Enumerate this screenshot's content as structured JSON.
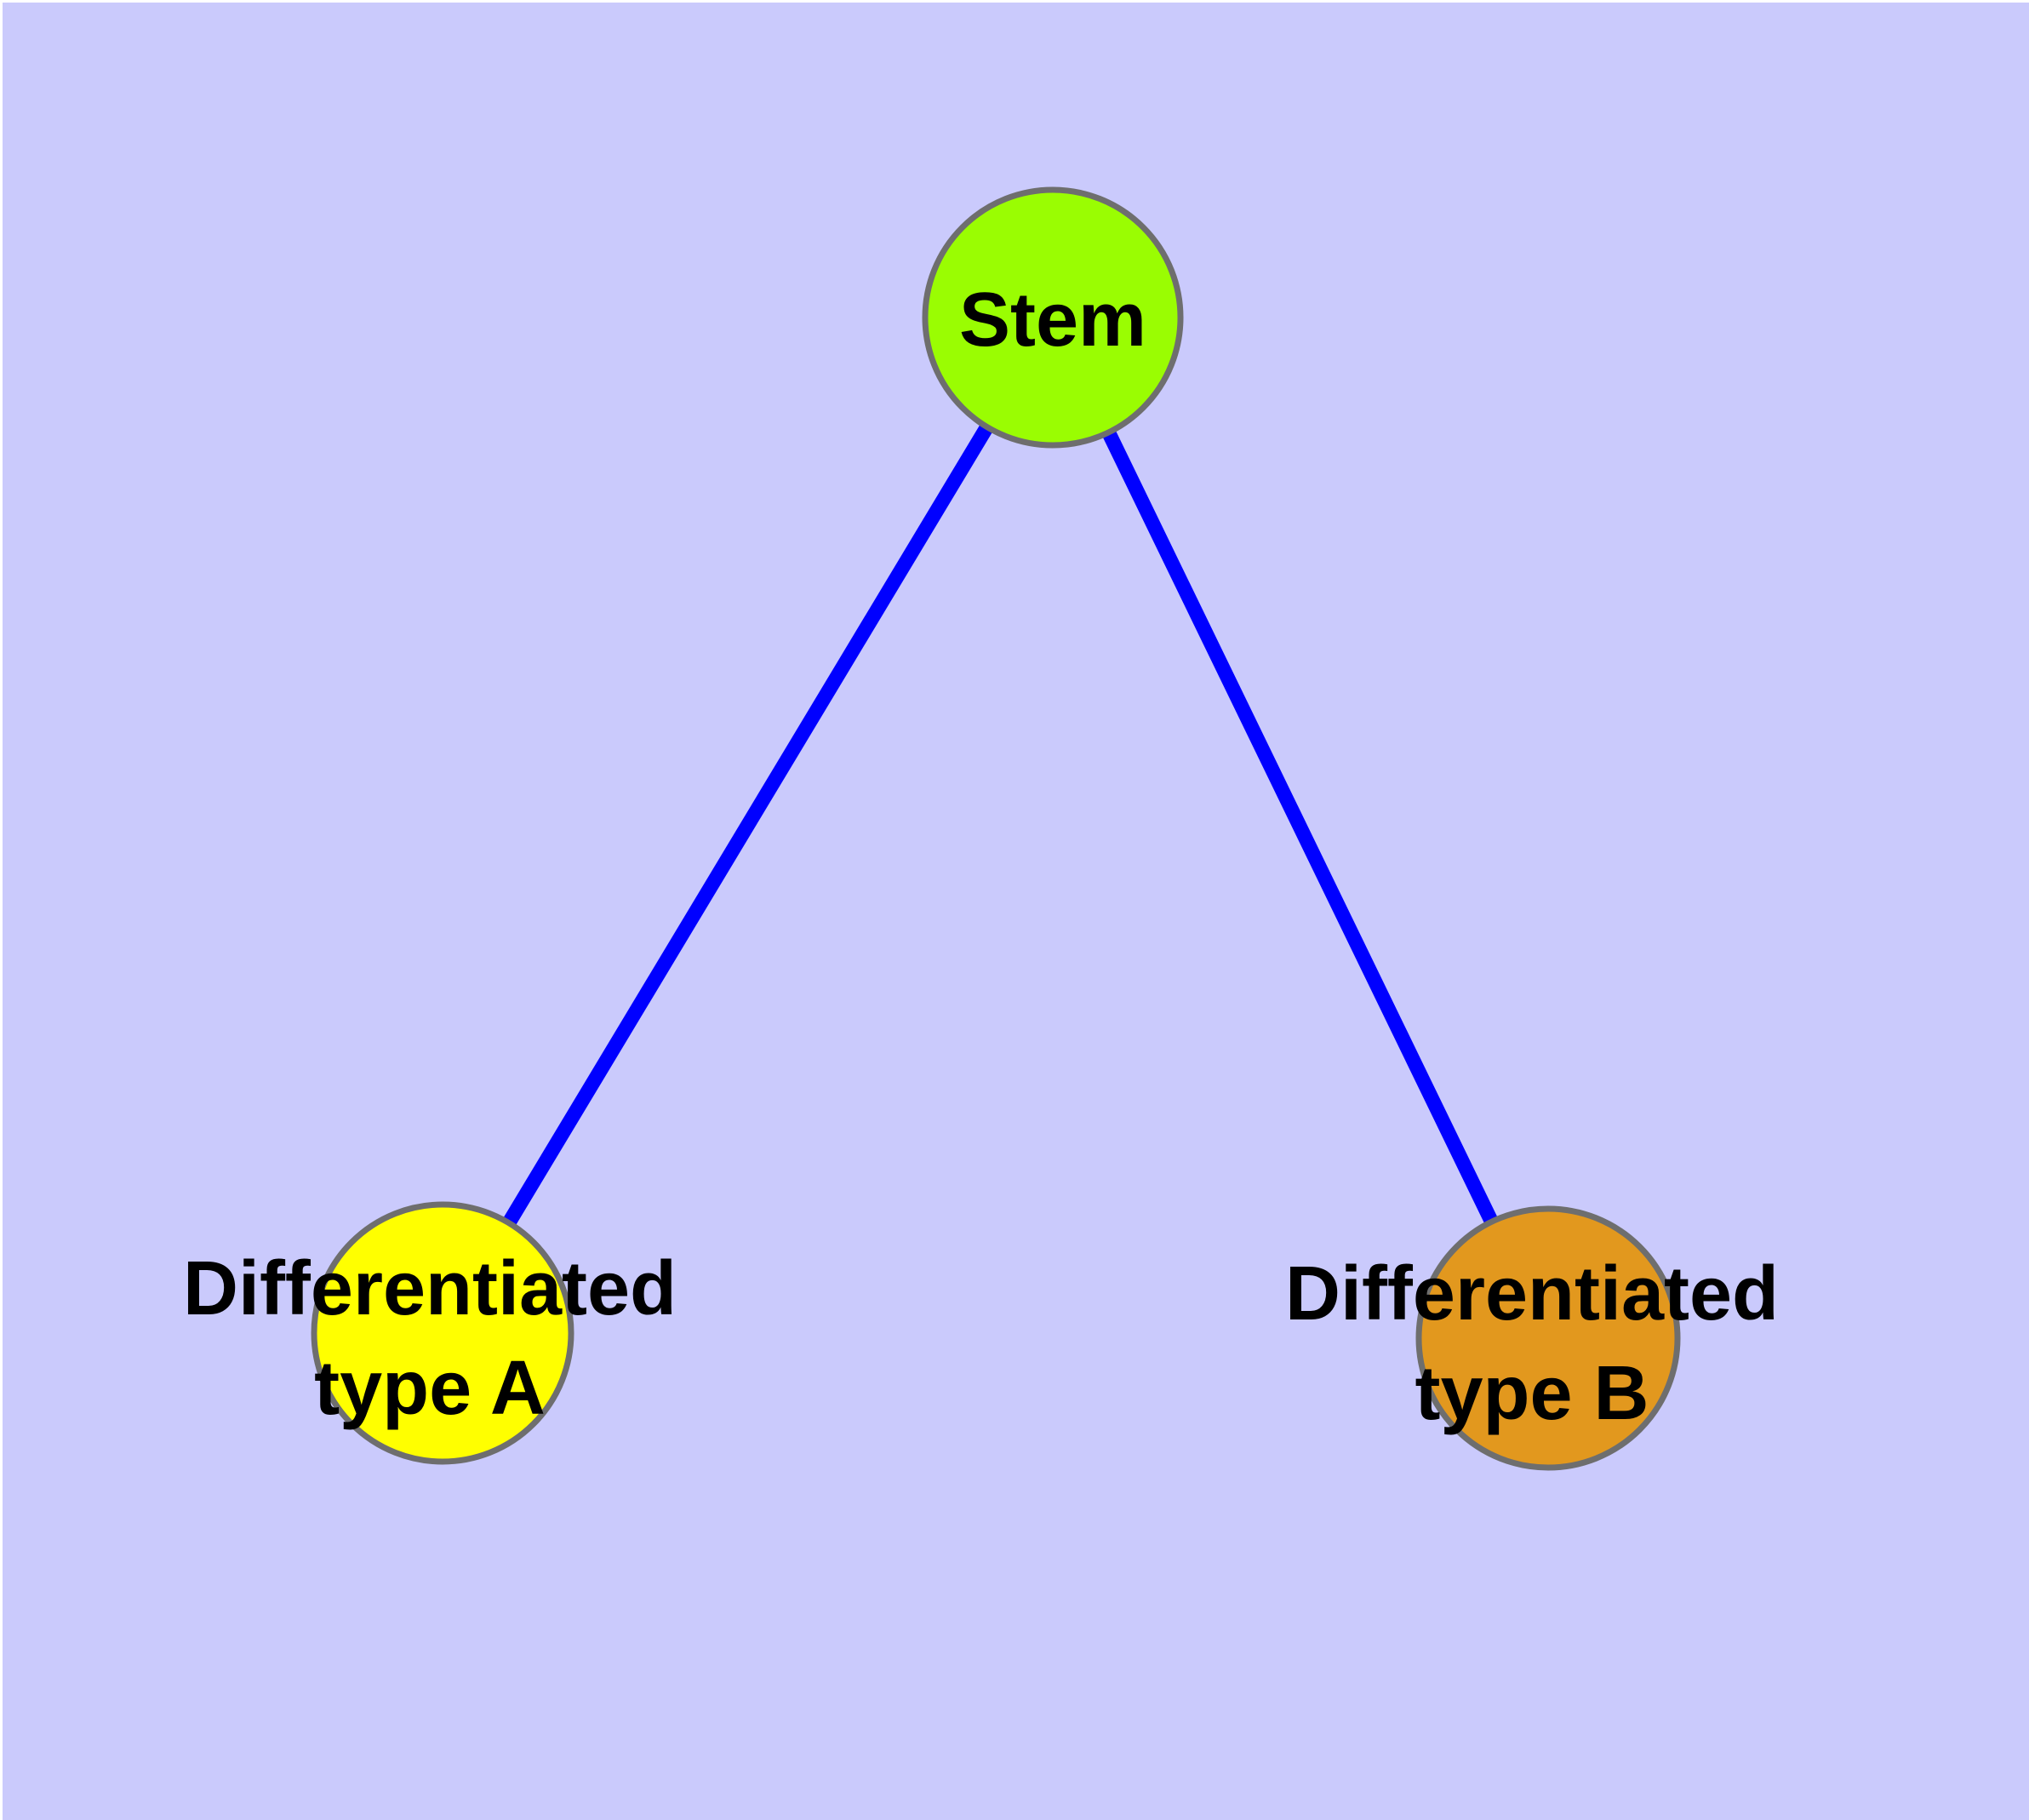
{
  "diagram": {
    "type": "graph",
    "background_color": "#cacafc",
    "frame_color": "#ffffff",
    "edge_color": "#0000ff",
    "node_border_color": "#6e6e6e",
    "label_color": "#000000",
    "nodes": [
      {
        "id": "stem",
        "label": "Stem",
        "fill": "#9afd02"
      },
      {
        "id": "differentiated-type-a",
        "label_line1": "Differentiated",
        "label_line2": "type A",
        "fill": "#ffff00"
      },
      {
        "id": "differentiated-type-b",
        "label_line1": "Differentiated",
        "label_line2": "type B",
        "fill": "#e2981e"
      }
    ],
    "edges": [
      {
        "from": "Stem",
        "to": "Differentiated type A"
      },
      {
        "from": "Stem",
        "to": "Differentiated type B"
      }
    ]
  }
}
